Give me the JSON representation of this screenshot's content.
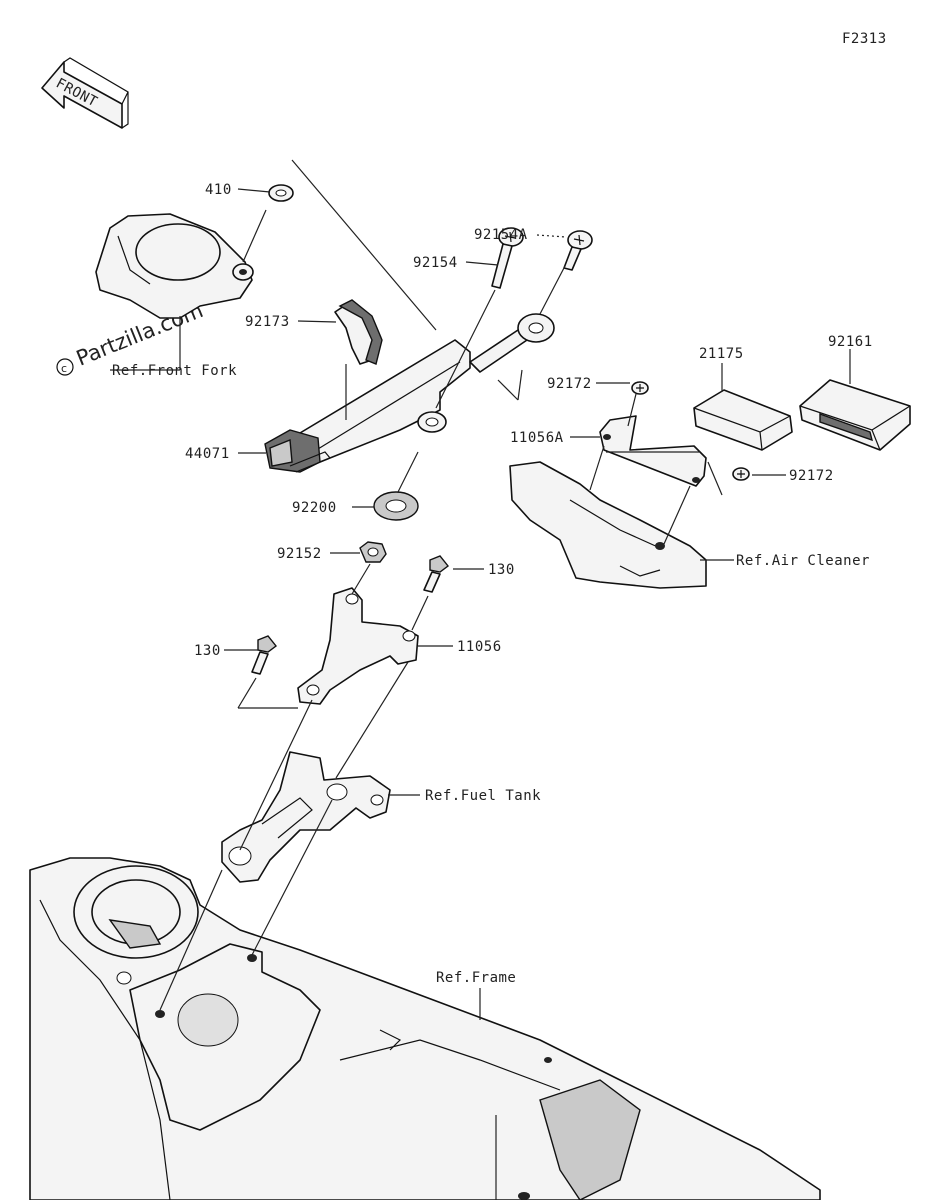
{
  "figure_code": "F2313",
  "front_arrow": {
    "text": "FRONT"
  },
  "watermark": "Partzilla.com",
  "references": {
    "front_fork": "Ref.Front Fork",
    "air_cleaner": "Ref.Air Cleaner",
    "fuel_tank": "Ref.Fuel Tank",
    "frame": "Ref.Frame"
  },
  "parts": {
    "p410": "410",
    "p92154a": "92154A",
    "p92154": "92154",
    "p92173": "92173",
    "p44071": "44071",
    "p92200": "92200",
    "p92152": "92152",
    "p130_right": "130",
    "p130_left": "130",
    "p11056": "11056",
    "p11056a": "11056A",
    "p21175": "21175",
    "p92161": "92161",
    "p92172_top": "92172",
    "p92172_right": "92172"
  }
}
